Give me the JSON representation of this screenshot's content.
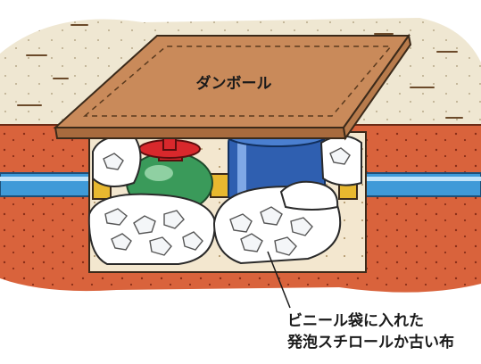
{
  "labels": {
    "board": "ダンボール",
    "callout_line1": "ビニール袋に入れた",
    "callout_line2": "発泡スチロールか古い布"
  },
  "colors": {
    "soil": "#e9e2cf",
    "brick": "#d9633c",
    "cardboard": "#c98a5a",
    "pipe": "#3f9ad8",
    "valve_body": "#3a9a5a",
    "valve_handle": "#d8282c",
    "meter": "#2f5fb0"
  }
}
